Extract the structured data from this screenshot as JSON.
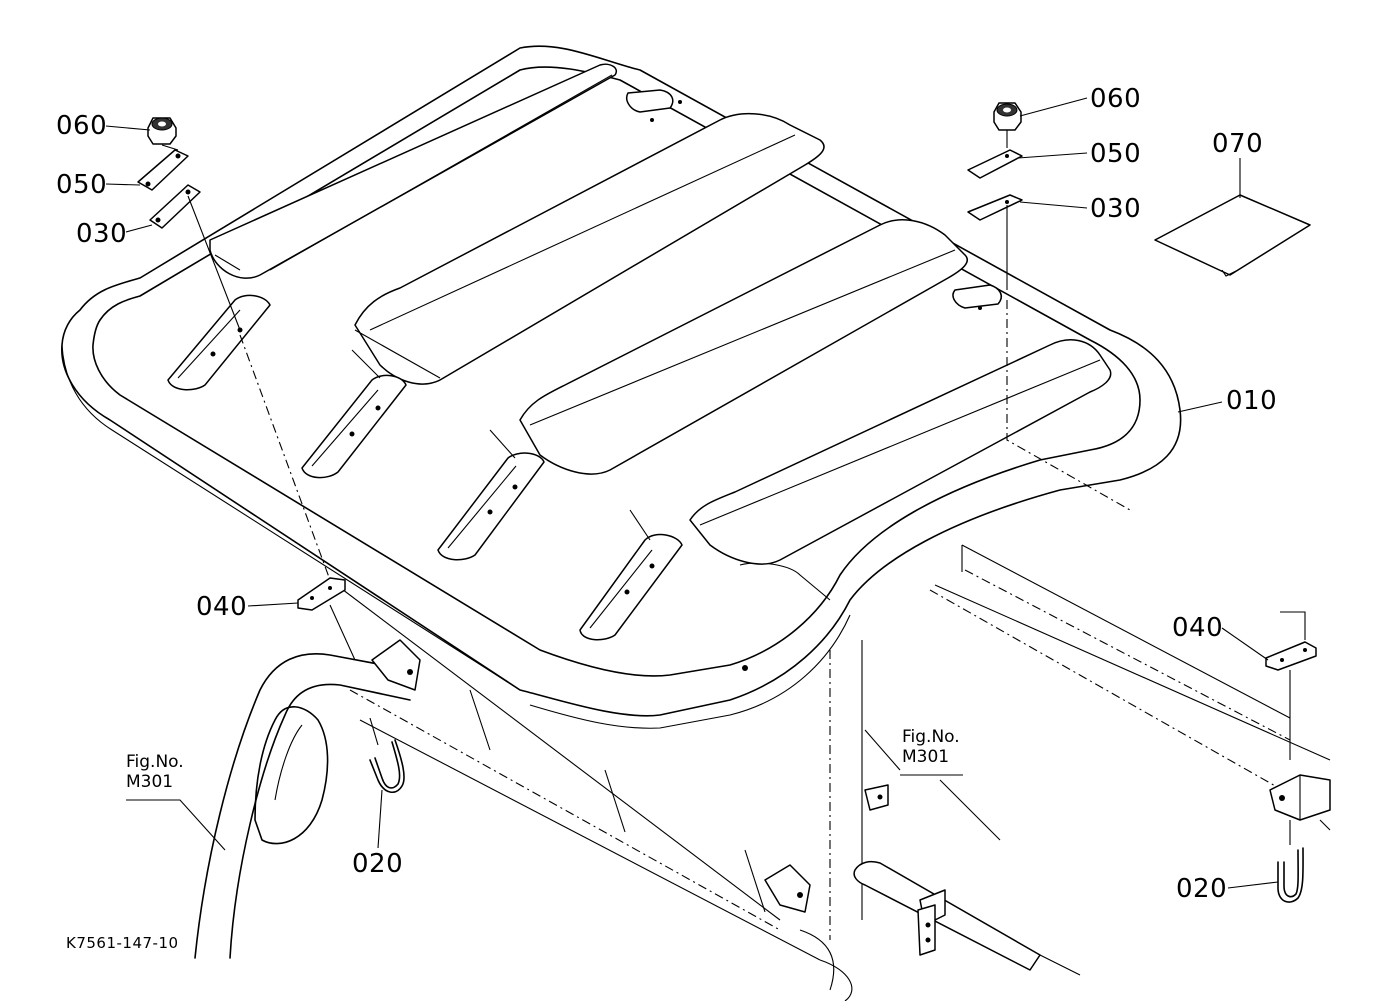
{
  "labels": {
    "p010": "010",
    "p020_left": "020",
    "p020_right": "020",
    "p030_left": "030",
    "p030_right": "030",
    "p040_left": "040",
    "p040_right": "040",
    "p050_left": "050",
    "p050_right": "050",
    "p060_left": "060",
    "p060_right": "060",
    "p070": "070"
  },
  "refs": {
    "left": {
      "line1": "Fig.No.",
      "line2": "M301"
    },
    "center": {
      "line1": "Fig.No.",
      "line2": "M301"
    }
  },
  "drawing_code": "K7561-147-10"
}
